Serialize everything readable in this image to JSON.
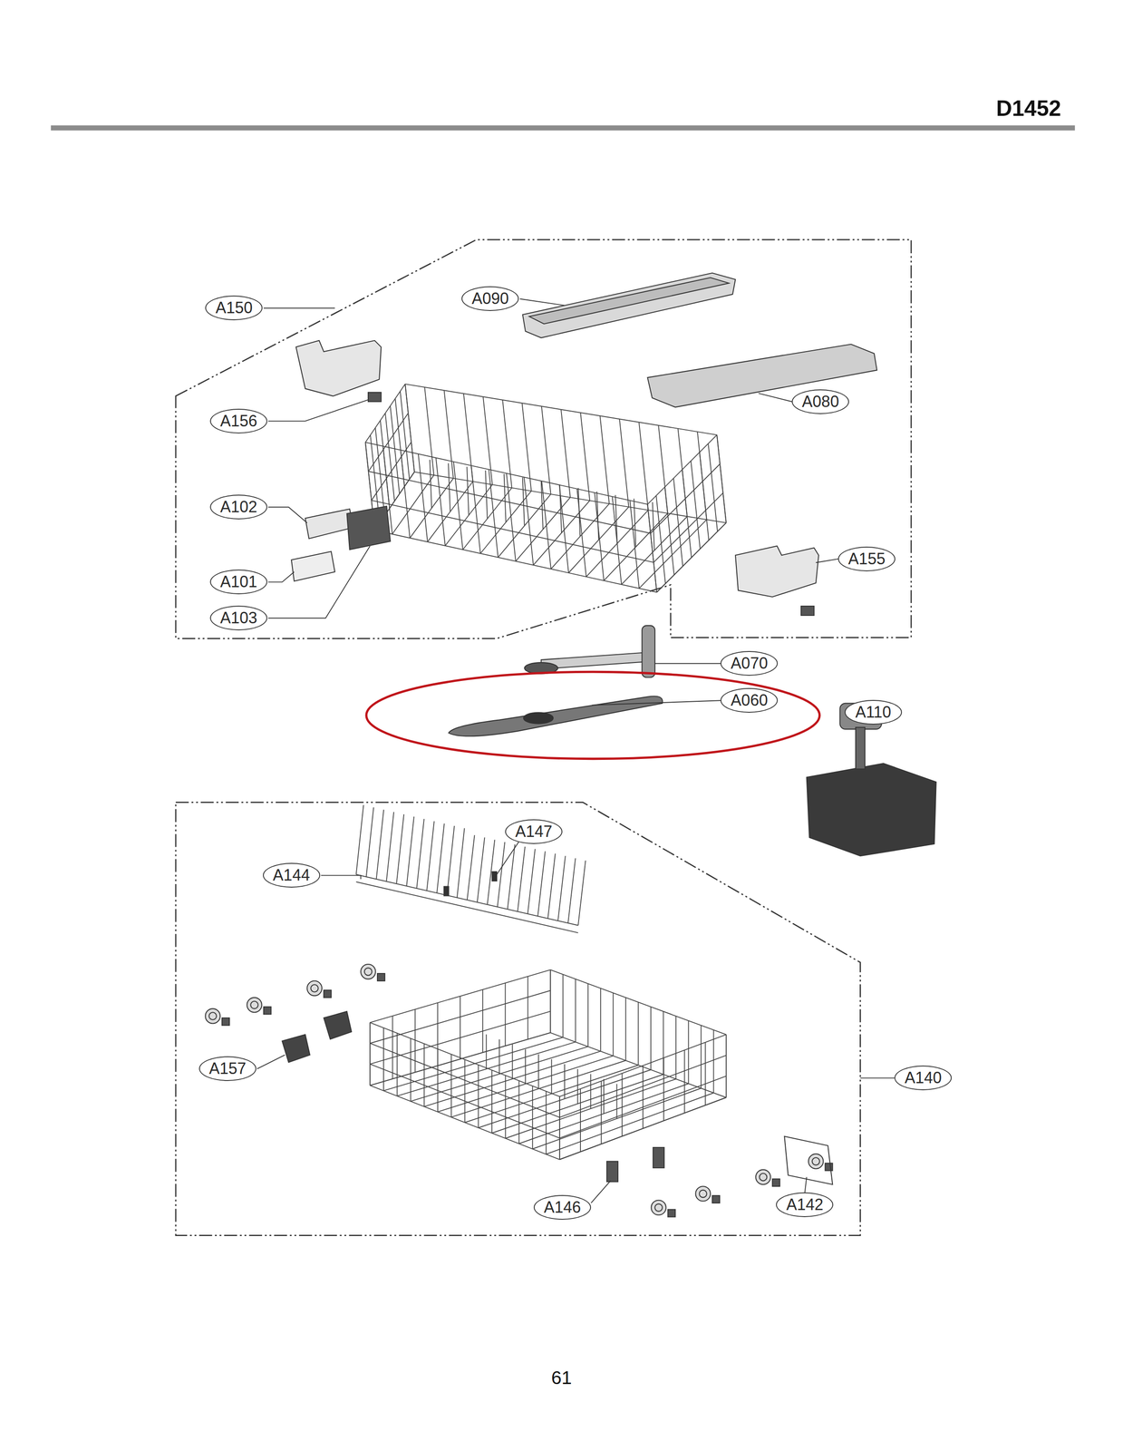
{
  "diagram": {
    "title": "D1452",
    "nodes": [
      {
        "text": [
          "A150"
        ]
      },
      {
        "text": [
          "A090"
        ]
      },
      {
        "text": [
          "A080"
        ]
      },
      {
        "text": [
          "A156"
        ]
      },
      {
        "text": [
          "A102"
        ]
      },
      {
        "text": [
          "A155"
        ]
      },
      {
        "text": [
          "A101"
        ]
      },
      {
        "text": [
          "A103"
        ]
      },
      {
        "text": [
          "A070"
        ]
      },
      {
        "text": [
          "A060"
        ]
      },
      {
        "text": [
          "A110"
        ]
      },
      {
        "text": [
          "A147"
        ]
      },
      {
        "text": [
          "A144"
        ]
      },
      {
        "text": [
          "A157"
        ]
      },
      {
        "text": [
          "A140"
        ]
      },
      {
        "text": [
          "A142"
        ]
      },
      {
        "text": [
          "A146"
        ]
      }
    ],
    "edges": [],
    "labels": [
      "61"
    ]
  }
}
